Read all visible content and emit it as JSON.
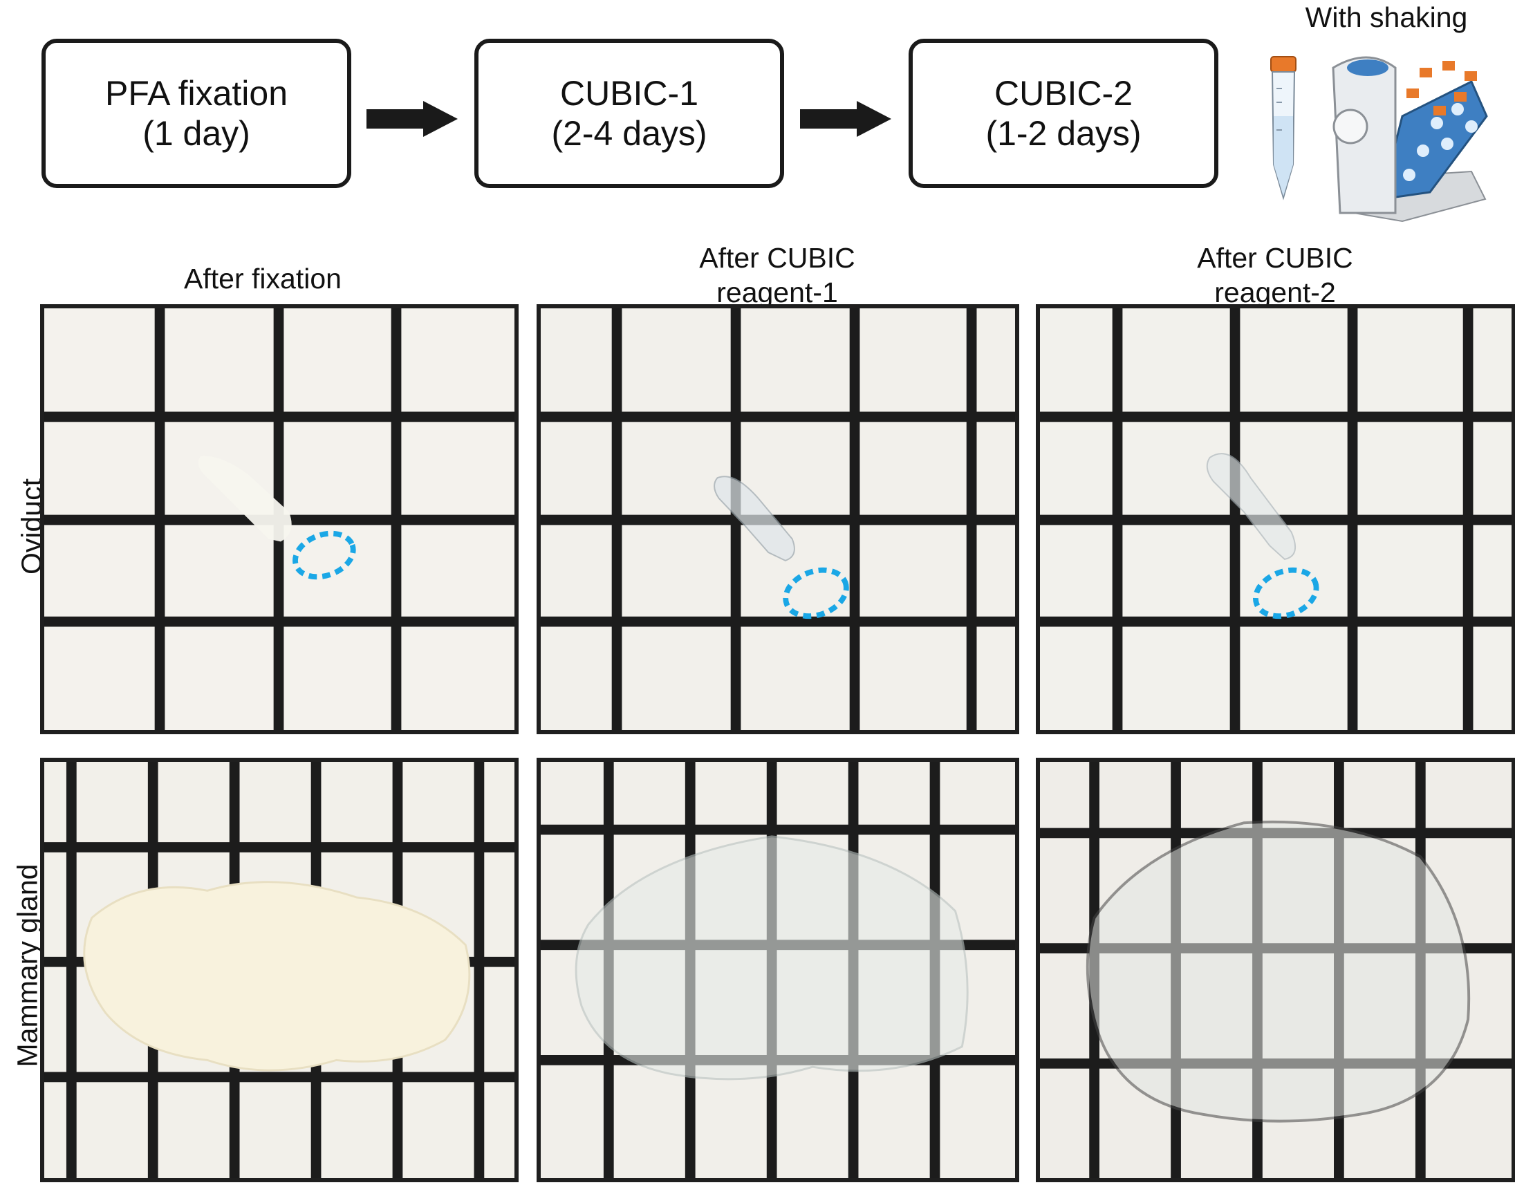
{
  "workflow": {
    "steps": [
      {
        "line1": "PFA fixation",
        "line2": "(1 day)"
      },
      {
        "line1": "CUBIC-1",
        "line2": "(2-4 days)"
      },
      {
        "line1": "CUBIC-2",
        "line2": "(1-2 days)"
      }
    ],
    "shaking_label": "With shaking"
  },
  "columns": [
    {
      "line1": "After fixation",
      "line2": ""
    },
    {
      "line1": "After CUBIC",
      "line2": "reagent-1"
    },
    {
      "line1": "After CUBIC",
      "line2": "reagent-2"
    }
  ],
  "rows": [
    {
      "label": "Oviduct"
    },
    {
      "label": "Mammary gland"
    }
  ],
  "colors": {
    "box_border": "#1a1a1a",
    "grid_line": "#1c1c1c",
    "paper": "#f3f1ec",
    "highlight_ellipse": "#1aa7e6",
    "tube_cap": "#e8792a",
    "rotator_blue": "#3e7fc2"
  }
}
